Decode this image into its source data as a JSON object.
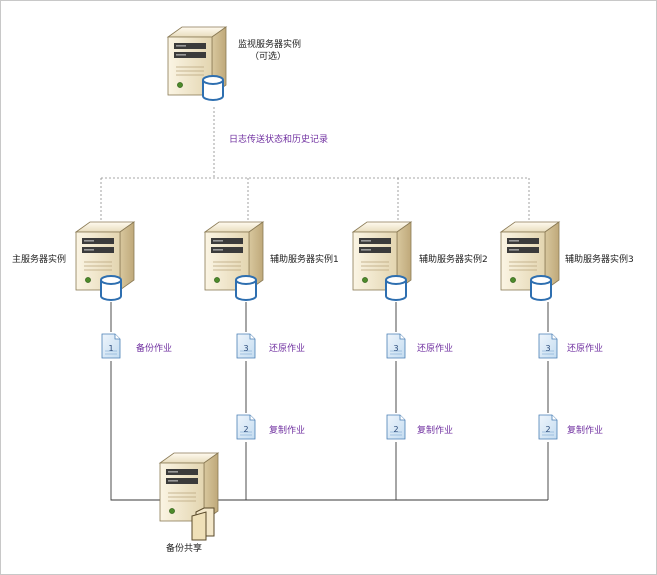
{
  "monitor": {
    "label": "监视服务器实例",
    "sublabel": "（可选）"
  },
  "log_label": "日志传送状态和历史记录",
  "primary": {
    "label": "主服务器实例",
    "job_label": "备份作业",
    "job_num": "1"
  },
  "secondaries": [
    {
      "label": "辅助服务器实例1",
      "restore_label": "还原作业",
      "restore_num": "3",
      "copy_label": "复制作业",
      "copy_num": "2"
    },
    {
      "label": "辅助服务器实例2",
      "restore_label": "还原作业",
      "restore_num": "3",
      "copy_label": "复制作业",
      "copy_num": "2"
    },
    {
      "label": "辅助服务器实例3",
      "restore_label": "还原作业",
      "restore_num": "3",
      "copy_label": "复制作业",
      "copy_num": "2"
    }
  ],
  "share": {
    "label": "备份共享"
  },
  "colors": {
    "accent_text": "#7030a0",
    "server_body": "#efe4c8",
    "db_blue": "#2e6fb0",
    "doc_fill": "#dbeaf7"
  }
}
